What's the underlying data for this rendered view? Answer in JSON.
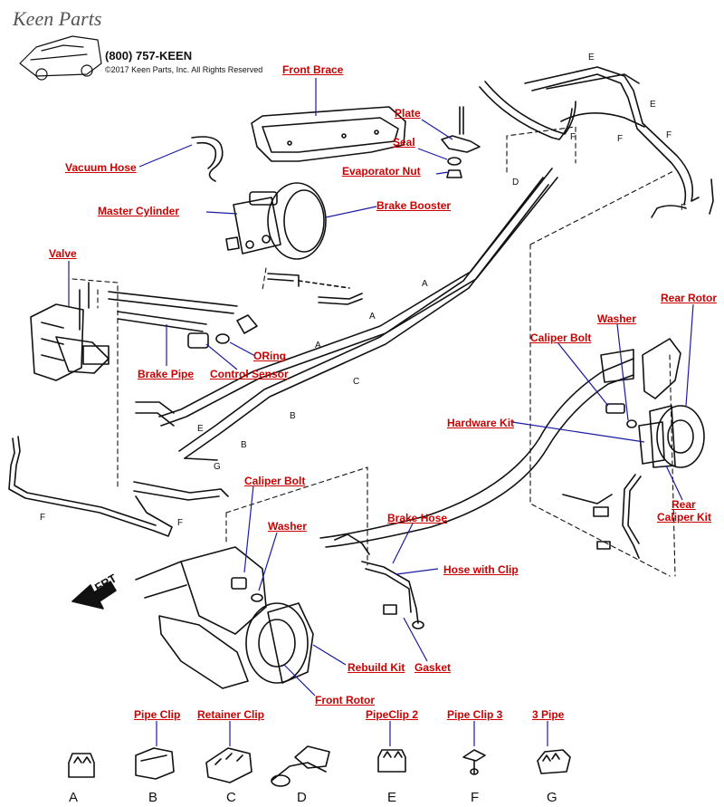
{
  "brand": {
    "logo_text": "Keen Parts",
    "phone": "(800) 757-KEEN",
    "copyright": "©2017 Keen Parts, Inc. All Rights Reserved"
  },
  "parts": {
    "front_brace": "Front Brace",
    "plate": "Plate",
    "seal": "Seal",
    "evaporator_nut": "Evaporator Nut",
    "vacuum_hose": "Vacuum Hose",
    "master_cylinder": "Master Cylinder",
    "brake_booster": "Brake Booster",
    "valve": "Valve",
    "oring": "ORing",
    "brake_pipe": "Brake Pipe",
    "control_sensor": "Control Sensor",
    "rear_rotor": "Rear Rotor",
    "washer_rear": "Washer",
    "caliper_bolt_rear": "Caliper Bolt",
    "hardware_kit": "Hardware Kit",
    "rear_caliper_kit_line1": "Rear",
    "rear_caliper_kit_line2": "Caliper Kit",
    "caliper_bolt_front": "Caliper Bolt",
    "washer_front": "Washer",
    "brake_hose": "Brake Hose",
    "hose_with_clip": "Hose with Clip",
    "rebuild_kit": "Rebuild Kit",
    "gasket": "Gasket",
    "front_rotor": "Front Rotor"
  },
  "pipe_letters": {
    "a1": "A",
    "a2": "A",
    "a3": "A",
    "b1": "B",
    "b2": "B",
    "c": "C",
    "d": "D",
    "e1": "E",
    "e2": "E",
    "e3": "E",
    "f1": "F",
    "f2": "F",
    "f3": "F",
    "f4": "F",
    "f5": "F",
    "f6": "F",
    "g": "G"
  },
  "direction": "FRT",
  "clips": [
    {
      "label": "",
      "letter": "A"
    },
    {
      "label": "Pipe Clip",
      "letter": "B"
    },
    {
      "label": "Retainer Clip",
      "letter": "C"
    },
    {
      "label": "",
      "letter": "D"
    },
    {
      "label": "PipeClip 2",
      "letter": "E"
    },
    {
      "label": "Pipe Clip 3",
      "letter": "F"
    },
    {
      "label": "3 Pipe",
      "letter": "G"
    }
  ],
  "colors": {
    "label_red": "#cc0000",
    "pointer_blue": "#1a1aa0",
    "line_art": "#111111"
  }
}
